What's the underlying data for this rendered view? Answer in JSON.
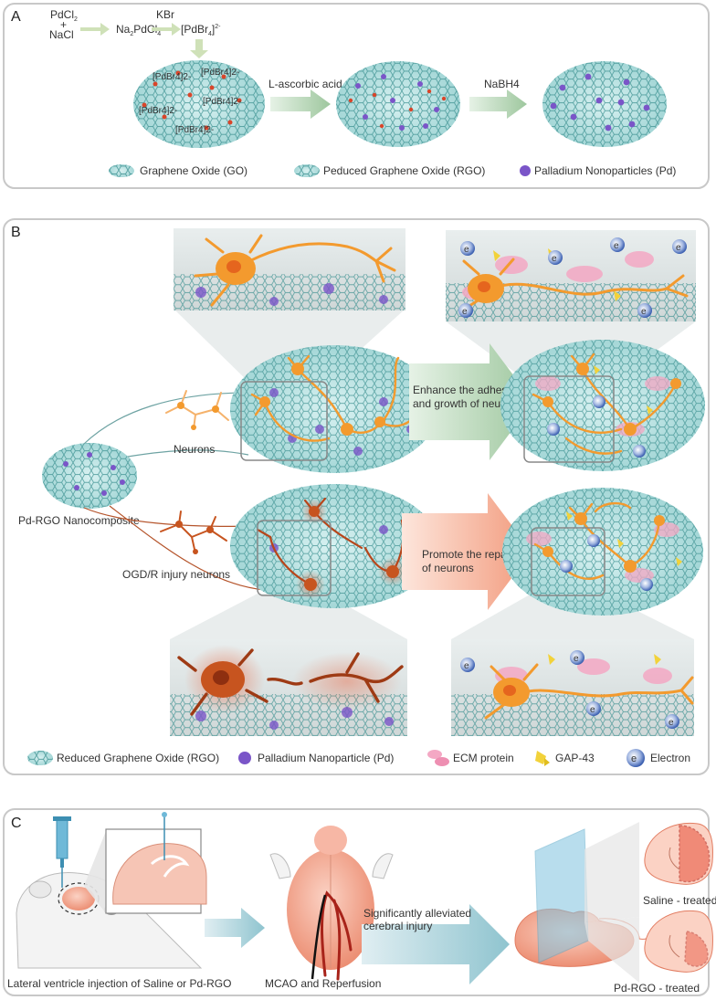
{
  "panel_a": {
    "letter": "A",
    "reactant_1": "PdCl",
    "reactant_1_sub": "2",
    "reactant_plus": "+",
    "reactant_2": "NaCl",
    "intermediate": "Na",
    "intermediate_sub1": "2",
    "intermediate_mid": "PdCl",
    "intermediate_sub2": "4",
    "reagent_kbr": "KBr",
    "complex": "[PdBr",
    "complex_sub": "4",
    "complex_end": "]",
    "complex_sup": "2-",
    "sheet_labels": [
      "[PdBr4]2-",
      "[PdBr4]2-",
      "[PdBr4]2-",
      "[PdBr4]2-",
      "[PdBr4]2-"
    ],
    "arrow_1_label": "L-ascorbic acid",
    "arrow_2_label": "NaBH4",
    "legend": [
      {
        "label": "Graphene Oxide (GO)",
        "icon": "go-sheet-icon"
      },
      {
        "label": "Peduced Graphene Oxide (RGO)",
        "icon": "rgo-sheet-icon"
      },
      {
        "label": "Palladium Nonoparticles (Pd)",
        "icon": "pd-particle-icon"
      }
    ]
  },
  "panel_b": {
    "letter": "B",
    "source_label": "Pd-RGO Nanocomposite",
    "branch_top_label": "Neurons",
    "branch_bottom_label": "OGD/R injury neurons",
    "arrow_top_line1": "Enhance the adhesion",
    "arrow_top_line2": "and growth of neurites",
    "arrow_bottom_line1": "Promote the repair",
    "arrow_bottom_line2": "of neurons",
    "electron_symbol": "e",
    "legend": [
      {
        "label": "Reduced Graphene Oxide (RGO)",
        "icon": "rgo-sheet-icon"
      },
      {
        "label": "Palladium Nanoparticle (Pd)",
        "icon": "pd-particle-icon"
      },
      {
        "label": "ECM protein",
        "icon": "ecm-protein-icon"
      },
      {
        "label": "GAP-43",
        "icon": "gap43-icon"
      },
      {
        "label": "Electron",
        "icon": "electron-icon"
      }
    ]
  },
  "panel_c": {
    "letter": "C",
    "step_1_label": "Lateral ventricle injection of Saline or Pd-RGO",
    "step_2_label": "MCAO and Reperfusion",
    "arrow_line1": "Significantly alleviated",
    "arrow_line2": "cerebral injury",
    "result_top_label": "Saline - treated",
    "result_bottom_label": "Pd-RGO - treated"
  },
  "colors": {
    "panel_border": "#c8c8c8",
    "sheet_fill": "#bfe6e6",
    "sheet_line": "#3a8f8f",
    "pd_purple": "#7a55c8",
    "neuron_orange": "#f39a2e",
    "injured_neuron": "#c7541f",
    "ecm_pink": "#f4a8c4",
    "gap43_yellow": "#f2d23a",
    "electron_blue": "#3b5fb0",
    "arrow_green": "#b9d9b9",
    "arrow_pink": "#f7b49a",
    "brain_pink": "#f4a38f"
  }
}
